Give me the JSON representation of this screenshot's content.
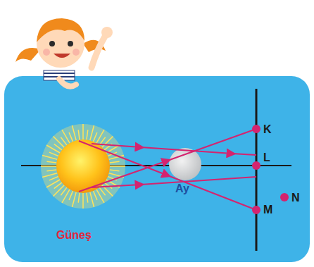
{
  "diagram": {
    "labels": [
      "K",
      "L",
      "M",
      "N",
      "Ay",
      "Güneş"
    ]
  }
}
